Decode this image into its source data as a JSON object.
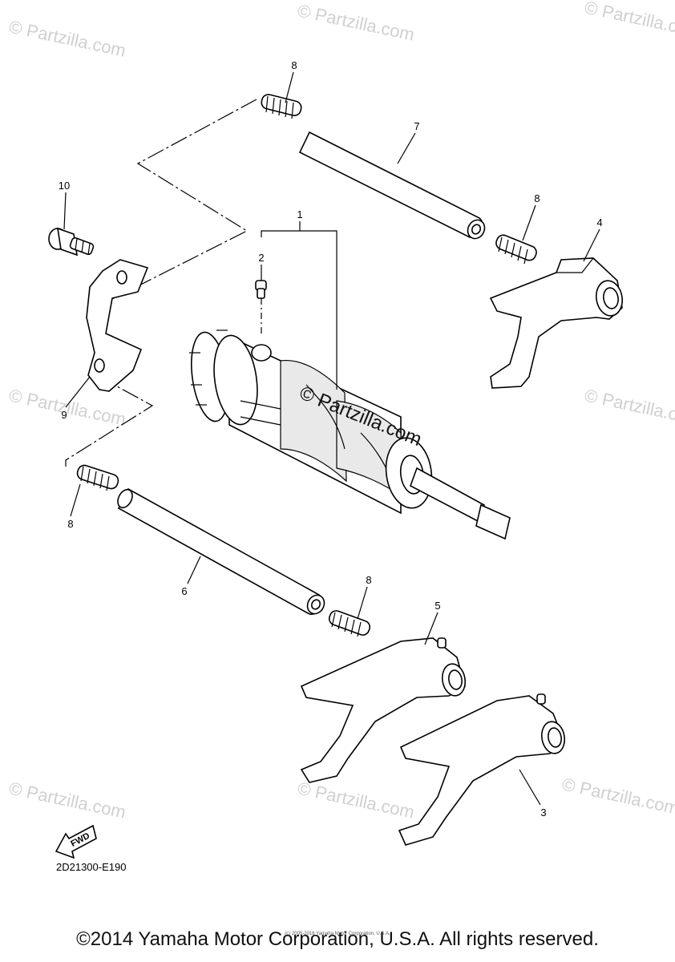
{
  "watermark": {
    "text": "© Partzilla.com"
  },
  "diagram_code": "2D21300-E190",
  "fwd_label": "FWD",
  "copyright": {
    "main": "©2014 Yamaha Motor Corporation, U.S.A. All rights reserved.",
    "small": "(c) 2005-2016 Yamaha Motor Corporation, U.S.A."
  },
  "callouts": {
    "c1": "1",
    "c2": "2",
    "c3": "3",
    "c4": "4",
    "c5": "5",
    "c6": "6",
    "c7": "7",
    "c8a": "8",
    "c8b": "8",
    "c8c": "8",
    "c8d": "8",
    "c9": "9",
    "c10": "10"
  }
}
